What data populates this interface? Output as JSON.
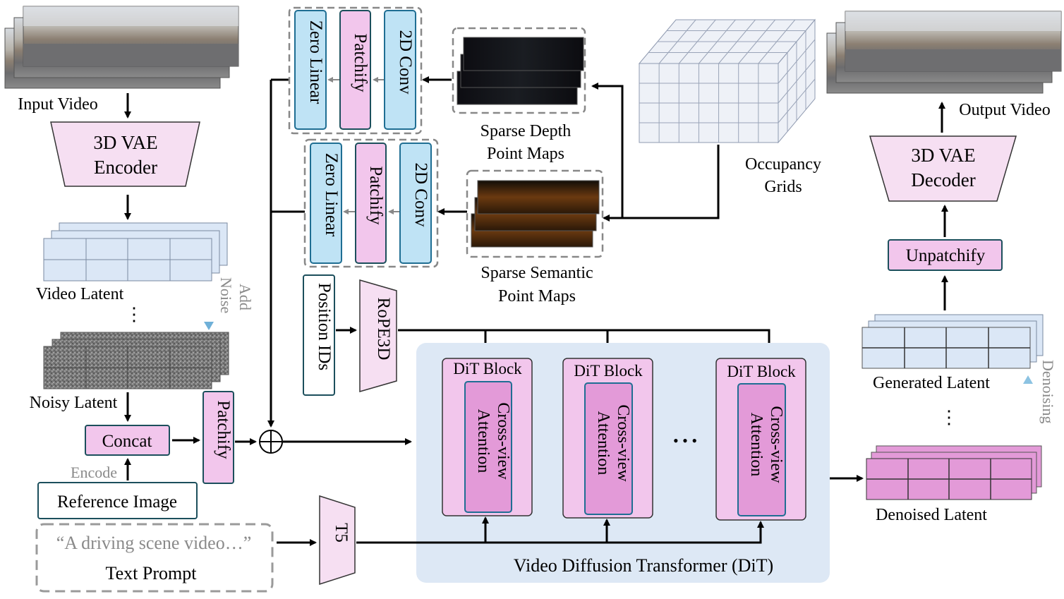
{
  "colors": {
    "pink_fill": "#f2c6ec",
    "pink_light": "#f6dff2",
    "pink_dark": "#e39ad8",
    "blue_fill": "#bfe3f5",
    "blue_border": "#1f6e93",
    "teal_border": "#1c4f5c",
    "dit_bg": "#dde8f5",
    "latent_blue": "#dbe7f6",
    "gray_text": "#8a8a8a",
    "dashed_gray": "#9a9a9a"
  },
  "inputs": {
    "input_video": "Input Video",
    "encoder_line1": "3D VAE",
    "encoder_line2": "Encoder",
    "video_latent": "Video Latent",
    "add_noise_1": "Add",
    "add_noise_2": "Noise",
    "ellipsis_v": "⋮",
    "noisy_latent": "Noisy Latent",
    "concat": "Concat",
    "encode": "Encode",
    "reference_image": "Reference Image",
    "text_prompt_quote": "“A driving scene video…”",
    "text_prompt": "Text Prompt",
    "patchify": "Patchify",
    "oplus": "⊕"
  },
  "conditions": {
    "zero_linear": "Zero Linear",
    "patchify": "Patchify",
    "conv2d": "2D Conv",
    "depth_line1": "Sparse Depth",
    "depth_line2": "Point Maps",
    "semantic_line1": "Sparse Semantic",
    "semantic_line2": "Point Maps",
    "occ_line1": "Occupancy",
    "occ_line2": "Grids",
    "position_ids": "Position IDs",
    "rope": "RoPE3D",
    "t5": "T5"
  },
  "dit": {
    "block_label": "DiT Block",
    "attn_line1": "Cross-view",
    "attn_line2": "Attention",
    "dots": "• • •",
    "title": "Video Diffusion Transformer (DiT)"
  },
  "outputs": {
    "output_video": "Output Video",
    "decoder_line1": "3D VAE",
    "decoder_line2": "Decoder",
    "unpatchify": "Unpatchify",
    "generated_latent": "Generated Latent",
    "denoising": "Denoising",
    "denoised_latent": "Denoised Latent",
    "ellipsis_v": "⋮"
  }
}
